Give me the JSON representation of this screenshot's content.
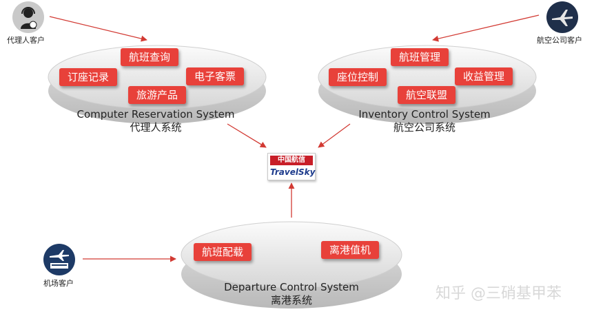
{
  "agent": {
    "label": "代理人客户",
    "icon": "agent-headset-icon"
  },
  "airline": {
    "label": "航空公司客户",
    "icon": "airplane-icon"
  },
  "airport": {
    "label": "机场客户",
    "icon": "airport-plane-icon"
  },
  "crs": {
    "name_en": "Computer Reservation  System",
    "name_cn": "代理人系统",
    "chips": [
      "航班查询",
      "订座记录",
      "电子客票",
      "旅游产品"
    ]
  },
  "ics": {
    "name_en": "Inventory  Control System",
    "name_cn": "航空公司系统",
    "chips": [
      "航班管理",
      "座位控制",
      "收益管理",
      "航空联盟"
    ]
  },
  "dcs": {
    "name_en": "Departure Control System",
    "name_cn": "离港系统",
    "chips": [
      "航班配载",
      "离港值机"
    ]
  },
  "logo": {
    "cn": "中国航信",
    "en": "TravelSky"
  },
  "watermark": "知乎 @三硝基甲苯",
  "colors": {
    "chip": "#e8413a",
    "arrow": "#d23a33",
    "disc_light": "#f2f2f2",
    "disc_dark": "#c8c8c8"
  }
}
